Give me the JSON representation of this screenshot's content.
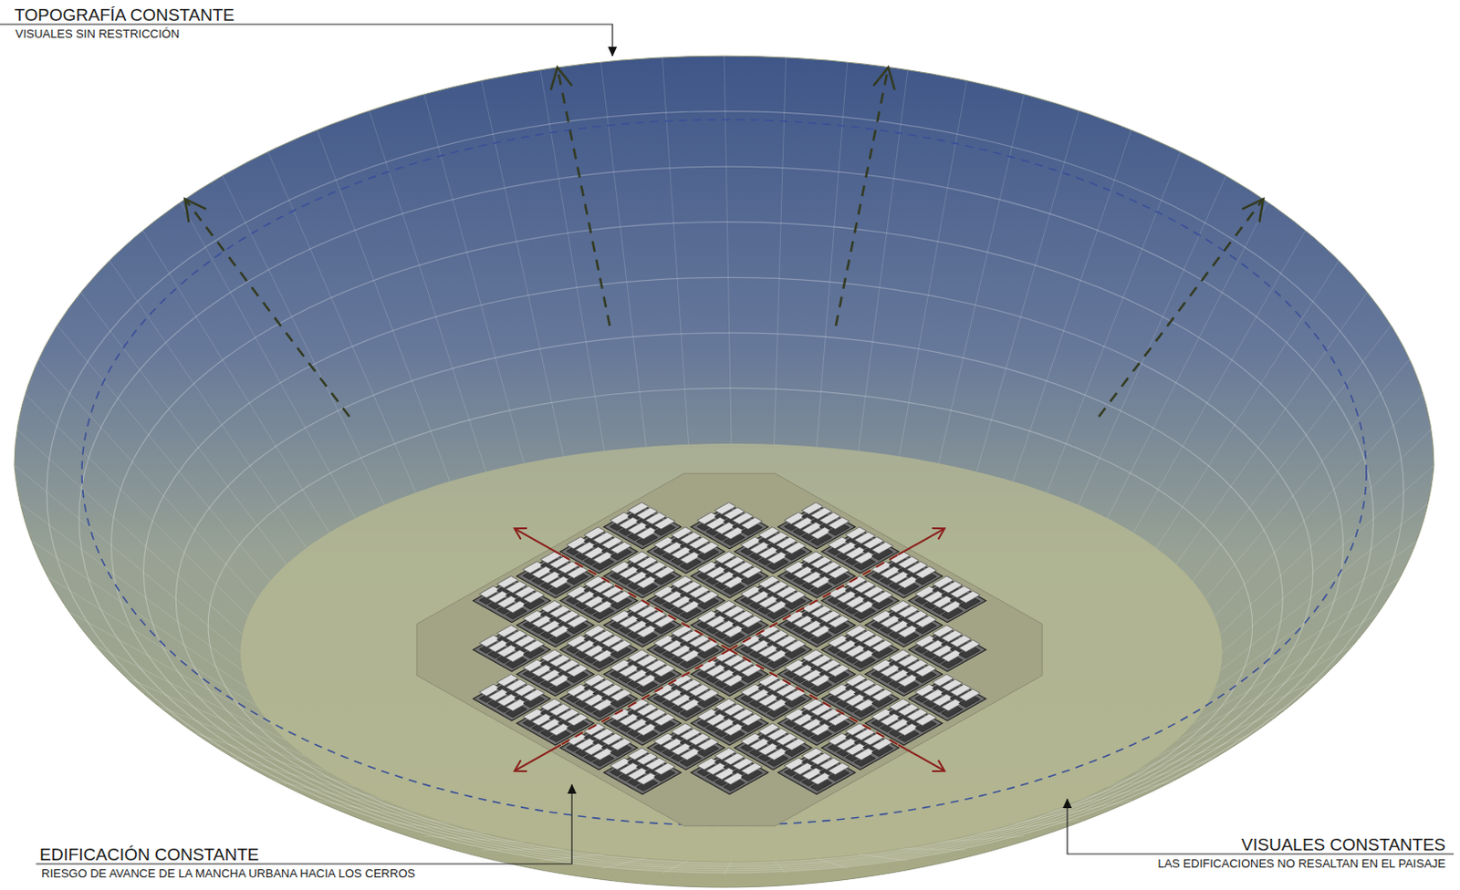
{
  "diagram": {
    "labels": [
      "TOPOGRAFÍA CONSTANTE",
      "VISUALES SIN RESTRICCIÓN",
      "EDIFICACIÓN CONSTANTE",
      "RIESGO DE AVANCE DE LA MANCHA URBANA HACIA LOS CERROS",
      "VISUALES CONSTANTES",
      "LAS EDIFICACIONES NO RESALTAN EN EL PAISAJE"
    ]
  }
}
